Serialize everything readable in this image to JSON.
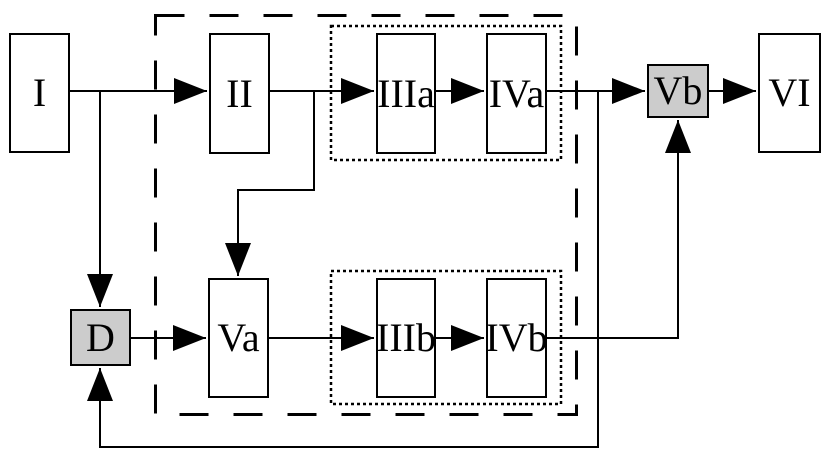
{
  "diagram": {
    "type": "flowchart",
    "colors": {
      "background": "#ffffff",
      "line": "#000000",
      "box_fill": "#ffffff",
      "shaded_box_fill": "#cccccc",
      "text": "#000000"
    },
    "nodes": {
      "i": {
        "label": "I",
        "shaded": false
      },
      "ii": {
        "label": "II",
        "shaded": false
      },
      "iiia": {
        "label": "IIIa",
        "shaded": false
      },
      "iva": {
        "label": "IVa",
        "shaded": false
      },
      "vb": {
        "label": "Vb",
        "shaded": true
      },
      "vi": {
        "label": "VI",
        "shaded": false
      },
      "d": {
        "label": "D",
        "shaded": true
      },
      "va": {
        "label": "Va",
        "shaded": false
      },
      "iiib": {
        "label": "IIIb",
        "shaded": false
      },
      "ivb": {
        "label": "IVb",
        "shaded": false
      }
    },
    "edges": [
      {
        "from": "I",
        "to": "II"
      },
      {
        "from": "I",
        "to": "D"
      },
      {
        "from": "II",
        "to": "IIIa"
      },
      {
        "from": "II",
        "to": "Va"
      },
      {
        "from": "IIIa",
        "to": "IVa"
      },
      {
        "from": "IVa",
        "to": "Vb"
      },
      {
        "from": "IVa",
        "to": "D",
        "note": "feedback loop along bottom"
      },
      {
        "from": "Vb",
        "to": "VI"
      },
      {
        "from": "D",
        "to": "Va"
      },
      {
        "from": "Va",
        "to": "IIIb"
      },
      {
        "from": "IIIb",
        "to": "IVb"
      },
      {
        "from": "IVb",
        "to": "Vb"
      }
    ],
    "groups": [
      {
        "name": "dashed-boundary",
        "style": "dashed",
        "contains": [
          "II",
          "IIIa",
          "IVa",
          "Va",
          "IIIb",
          "IVb"
        ]
      },
      {
        "name": "dotted-subgroup-a",
        "style": "dotted",
        "contains": [
          "IIIa",
          "IVa"
        ]
      },
      {
        "name": "dotted-subgroup-b",
        "style": "dotted",
        "contains": [
          "IIIb",
          "IVb"
        ]
      }
    ]
  }
}
